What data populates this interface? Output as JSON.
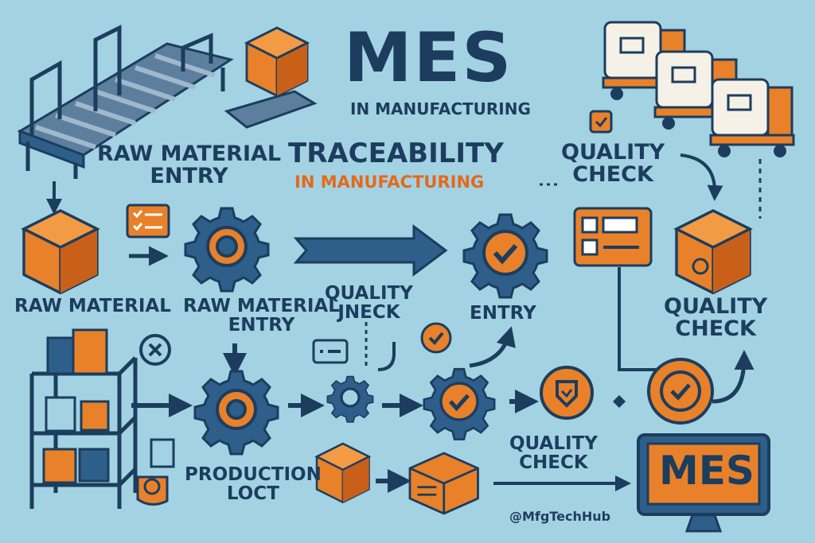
{
  "header": {
    "title": "MES",
    "subtitle": "IN MANUFACTURING"
  },
  "center_heading": {
    "title": "TRACEABILITY",
    "subtitle": "IN MANUFACTURING"
  },
  "labels": {
    "raw_material_entry_top": "RAW MATERIAL\nENTRY",
    "quality_check_top": "QUALITY\nCHECK",
    "raw_material": "RAW MATERIAL",
    "raw_material_entry_mid": "RAW MATERIAL\nENTRY",
    "quality_jneck": "QUALITY\nJNECK",
    "entry": "ENTRY",
    "quality_check_right": "QUALITY\nCHECK",
    "production_loct": "PRODUCTION\nLOCT",
    "quality_check_bottom": "QUALITY\nCHECK",
    "monitor_text": "MES",
    "handle": "@MfgTechHub"
  },
  "colors": {
    "background": "#a3d2e3",
    "navy": "#1c3d5e",
    "orange": "#e8812a",
    "steel": "#2e5f8a"
  }
}
